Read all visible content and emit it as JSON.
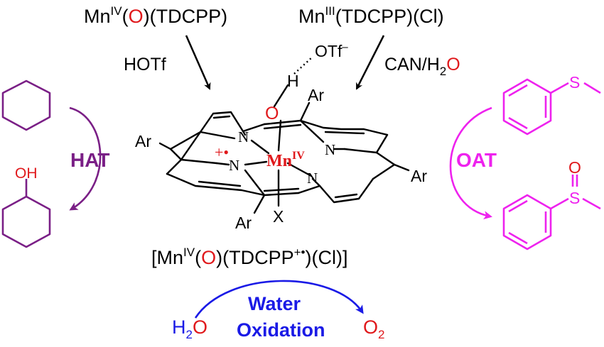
{
  "colors": {
    "black": "#000000",
    "red": "#e0181b",
    "purple": "#7a1f86",
    "magenta": "#ee22ee",
    "blue": "#1a1ae6"
  },
  "top": {
    "left_species": {
      "prefix": "Mn",
      "sup": "IV",
      "open1": "(",
      "oxo": "O",
      "rest": ")(TDCPP)"
    },
    "right_species": {
      "prefix": "Mn",
      "sup": "III",
      "rest": "(TDCPP)(Cl)"
    },
    "left_reagent": "HOTf",
    "right_reagent": {
      "text": "CAN/H",
      "sub": "2",
      "oxo": "O"
    }
  },
  "center": {
    "otf": "OTf",
    "otf_charge": "–",
    "h_label": "H",
    "o_label": "O",
    "ar_labels": [
      "Ar",
      "Ar",
      "Ar",
      "Ar"
    ],
    "n_labels": [
      "N",
      "N",
      "N",
      "N"
    ],
    "metal": "Mn",
    "metal_ox": "IV",
    "radical_cation": "+•",
    "axial": "X",
    "formula": {
      "open": "[Mn",
      "sup": "IV",
      "p1": "(",
      "oxo": "O",
      "p2": ")(TDCPP",
      "rad": "+•",
      "end": ")(Cl)]"
    }
  },
  "left": {
    "process": "HAT",
    "product_oh": "OH"
  },
  "right": {
    "process": "OAT",
    "s1": "S",
    "s2": "S",
    "sulfoxide_o": "O"
  },
  "bottom": {
    "process_line1": "Water",
    "process_line2": "Oxidation",
    "reactant": {
      "text": "H",
      "sub": "2",
      "rest": "O"
    },
    "product": {
      "text": "O",
      "sub": "2"
    }
  }
}
